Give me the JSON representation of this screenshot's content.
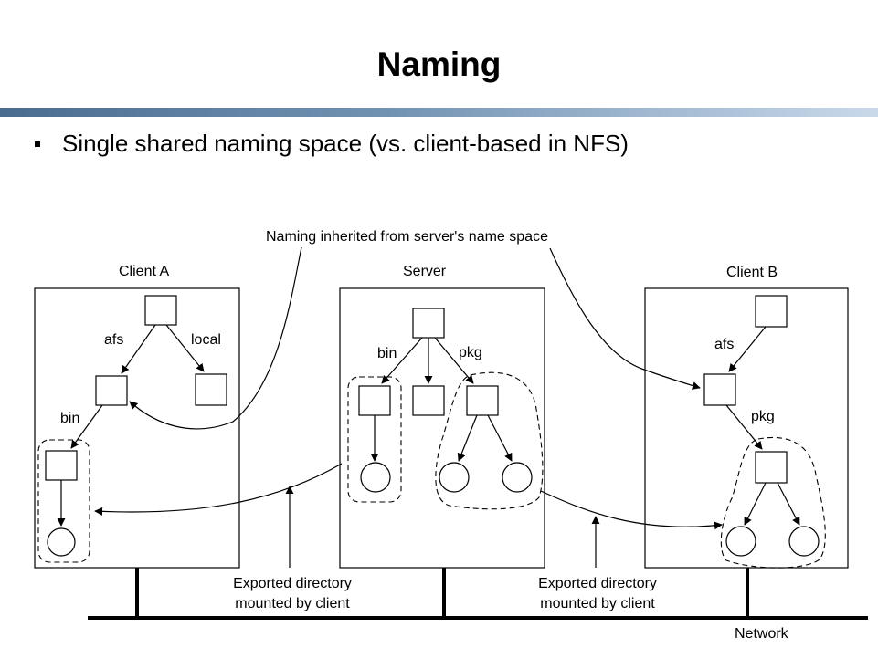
{
  "slide": {
    "title": "Naming",
    "bullet": "Single shared naming space (vs. client-based in NFS)"
  },
  "diagram": {
    "top_annotation": "Naming inherited from server's name space",
    "machines": {
      "client_a": "Client A",
      "server": "Server",
      "client_b": "Client B"
    },
    "edge_labels": {
      "client_a_afs": "afs",
      "client_a_local": "local",
      "client_a_bin": "bin",
      "server_bin": "bin",
      "server_pkg": "pkg",
      "client_b_afs": "afs",
      "client_b_pkg": "pkg"
    },
    "export_labels": {
      "left_line1": "Exported directory",
      "left_line2": "mounted by client",
      "right_line1": "Exported directory",
      "right_line2": "mounted by client"
    },
    "network_label": "Network"
  }
}
